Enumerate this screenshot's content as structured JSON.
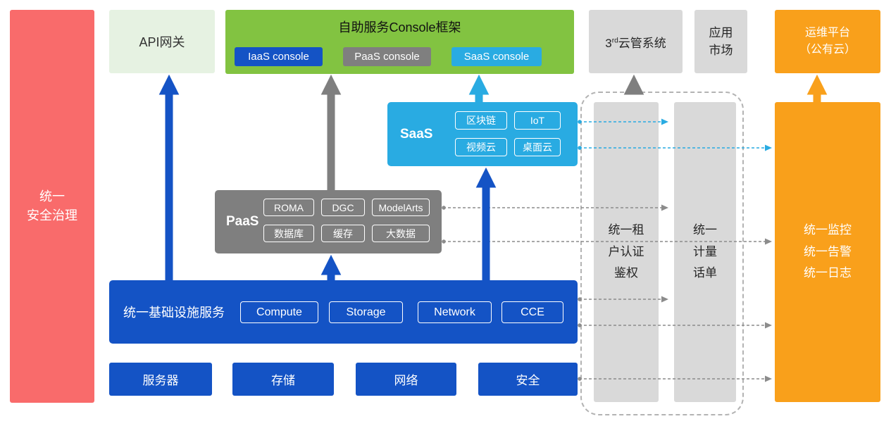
{
  "colors": {
    "red": "#F96B6B",
    "blue": "#1453C5",
    "cyan": "#29ABE2",
    "gray": "#7F7F7F",
    "light_gray": "#D9D9D9",
    "green": "#82C341",
    "light_green": "#E6F2E2",
    "orange": "#F9A01B"
  },
  "security_bar": {
    "label": "统一\n安全治理"
  },
  "top_row": {
    "api_gateway": "API网关",
    "console": {
      "title": "自助服务Console框架",
      "iaas_button": "IaaS console",
      "paas_button": "PaaS console",
      "saas_button": "SaaS console"
    },
    "third_cloud": {
      "prefix": "3",
      "sup": "rd",
      "suffix": "云管系统"
    },
    "app_market": "应用\n市场",
    "ops_platform": "运维平台\n（公有云）"
  },
  "saas": {
    "label": "SaaS",
    "services": [
      "区块链",
      "IoT",
      "视频云",
      "桌面云"
    ]
  },
  "paas": {
    "label": "PaaS",
    "services": [
      "ROMA",
      "DGC",
      "ModelArts",
      "数据库",
      "缓存",
      "大数据"
    ]
  },
  "iaas": {
    "label": "统一基础设施服务",
    "services": [
      "Compute",
      "Storage",
      "Network",
      "CCE"
    ]
  },
  "hardware": [
    "服务器",
    "存储",
    "网络",
    "安全"
  ],
  "right_bars": {
    "auth": "统一租\n户认证\n鉴权",
    "metering": "统一\n计量\n话单",
    "monitoring": "统一监控\n统一告警\n统一日志"
  }
}
